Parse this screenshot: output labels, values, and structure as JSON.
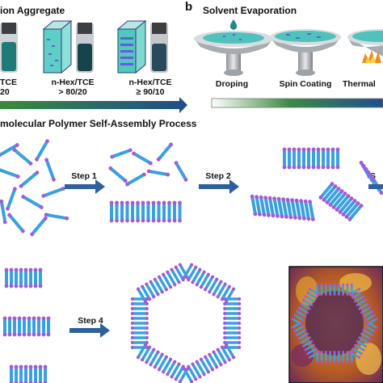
{
  "panel_a": {
    "title_fragment": "ion Aggregate",
    "labels": [
      {
        "line1": "TCE",
        "line2": "20"
      },
      {
        "line1": "n-Hex/TCE",
        "line2": "> 80/20"
      },
      {
        "line1": "n-Hex/TCE",
        "line2": "≥ 90/10"
      }
    ],
    "gradient_colors": [
      "#3a8a3a",
      "#1f4f8a"
    ]
  },
  "panel_b": {
    "letter": "b",
    "title": "Solvent Evaporation",
    "methods": [
      "Droping",
      "Spin Coating",
      "Thermal"
    ],
    "gradient_colors": [
      "#ffffff",
      "#3d8a45",
      "#1d4f8e"
    ]
  },
  "process": {
    "title": "molecular Polymer Self-Assembly Process",
    "steps": [
      "Step 1",
      "Step 2",
      "S",
      "Step 4"
    ]
  },
  "colors": {
    "rod": "#3aa0e0",
    "rod_end": "#a35bd6",
    "arrow": "#2f5f9e",
    "teal_liquid": "#1f7b78",
    "afm_orange": "#c8702a",
    "afm_purple": "#5a2a6a"
  }
}
